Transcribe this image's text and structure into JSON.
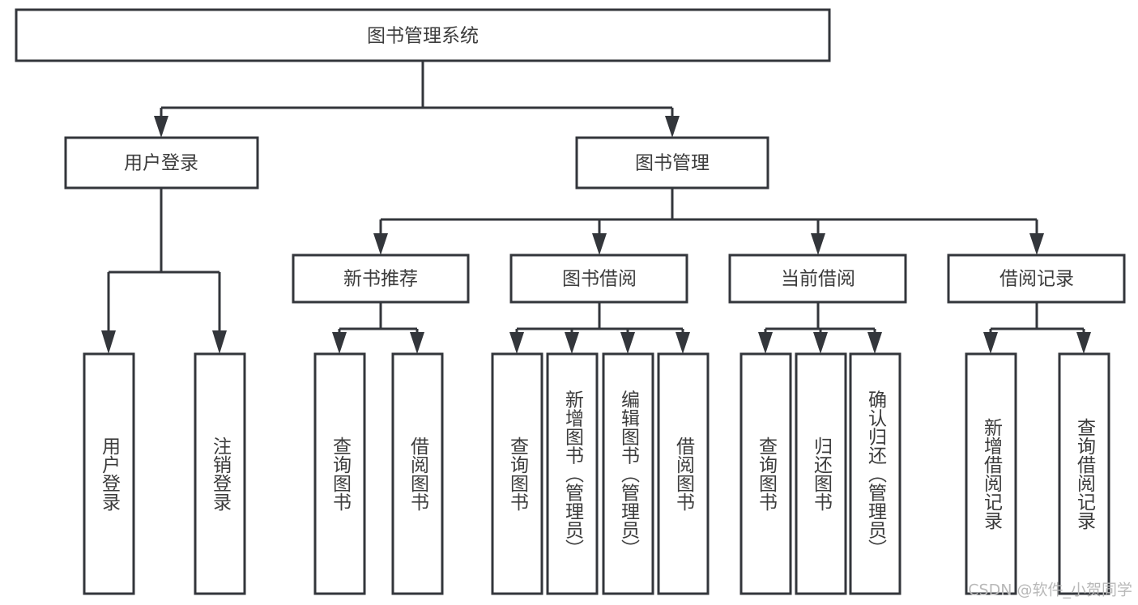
{
  "diagram": {
    "title": "图书管理系统",
    "type": "hierarchy-tree",
    "colors": {
      "stroke": "#33363b",
      "fill": "#ffffff",
      "text": "#3c3c3c",
      "watermark": "#b9b9b9",
      "background": "#ffffff"
    },
    "levels": 4,
    "orientation": "top-down"
  },
  "nodes": {
    "root": {
      "label": "图书管理系统",
      "level": 1,
      "orientation": "horizontal"
    },
    "level2": [
      {
        "id": "user-login",
        "label": "用户登录",
        "level": 2,
        "orientation": "horizontal"
      },
      {
        "id": "book-management",
        "label": "图书管理",
        "level": 2,
        "orientation": "horizontal"
      }
    ],
    "level3": [
      {
        "id": "new-book-recommend",
        "label": "新书推荐",
        "level": 3,
        "orientation": "horizontal",
        "parent": "book-management"
      },
      {
        "id": "book-borrow",
        "label": "图书借阅",
        "level": 3,
        "orientation": "horizontal",
        "parent": "book-management"
      },
      {
        "id": "current-borrow",
        "label": "当前借阅",
        "level": 3,
        "orientation": "horizontal",
        "parent": "book-management"
      },
      {
        "id": "borrow-record",
        "label": "借阅记录",
        "level": 3,
        "orientation": "horizontal",
        "parent": "book-management"
      }
    ],
    "leaves": [
      {
        "id": "leaf-user-login",
        "label": "用户登录",
        "orientation": "vertical",
        "parent": "user-login"
      },
      {
        "id": "leaf-logout-login",
        "label": "注销登录",
        "orientation": "vertical",
        "parent": "user-login"
      },
      {
        "id": "leaf-query-book-1",
        "label": "查询图书",
        "orientation": "vertical",
        "parent": "new-book-recommend"
      },
      {
        "id": "leaf-borrow-book-1",
        "label": "借阅图书",
        "orientation": "vertical",
        "parent": "new-book-recommend"
      },
      {
        "id": "leaf-query-book-2",
        "label": "查询图书",
        "orientation": "vertical",
        "parent": "book-borrow"
      },
      {
        "id": "leaf-add-book",
        "label": "新增图书（管理员）",
        "orientation": "vertical",
        "parent": "book-borrow"
      },
      {
        "id": "leaf-edit-book",
        "label": "编辑图书（管理员）",
        "orientation": "vertical",
        "parent": "book-borrow"
      },
      {
        "id": "leaf-borrow-book-2",
        "label": "借阅图书",
        "orientation": "vertical",
        "parent": "book-borrow"
      },
      {
        "id": "leaf-query-book-3",
        "label": "查询图书",
        "orientation": "vertical",
        "parent": "current-borrow"
      },
      {
        "id": "leaf-return-book",
        "label": "归还图书",
        "orientation": "vertical",
        "parent": "current-borrow"
      },
      {
        "id": "leaf-confirm-return",
        "label": "确认归还（管理员）",
        "orientation": "vertical",
        "parent": "current-borrow"
      },
      {
        "id": "leaf-add-record",
        "label": "新增借阅记录",
        "orientation": "vertical",
        "parent": "borrow-record"
      },
      {
        "id": "leaf-query-record",
        "label": "查询借阅记录",
        "orientation": "vertical",
        "parent": "borrow-record"
      }
    ]
  },
  "watermark": {
    "text": "CSDN @软件_小贺同学"
  }
}
